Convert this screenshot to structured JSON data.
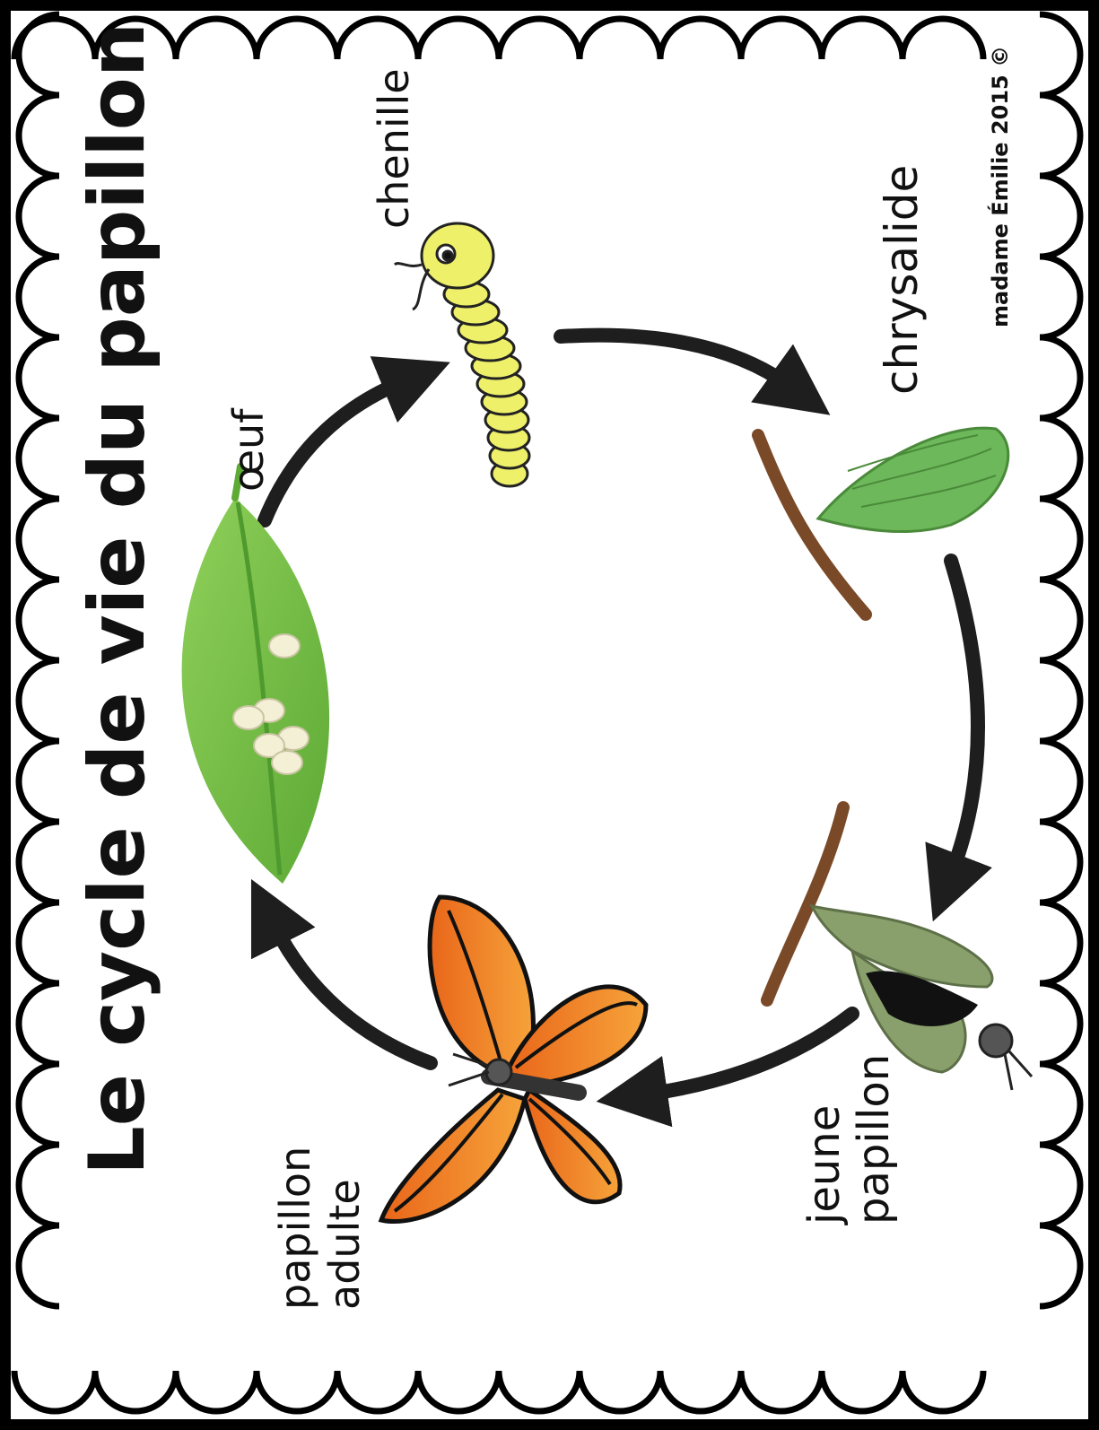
{
  "title": "Le cycle de vie du papillon",
  "stages": {
    "egg": "œuf",
    "caterpillar": "chenille",
    "chrysalis": "chrysalide",
    "young_butterfly_line1": "jeune",
    "young_butterfly_line2": "papillon",
    "adult_butterfly_line1": "papillon",
    "adult_butterfly_line2": "adulte"
  },
  "credit": "madame Émilie 2015 ©",
  "colors": {
    "leaf": "#7cc04c",
    "leaf_dark": "#4f9a2e",
    "egg": "#f3f0d6",
    "caterpillar_yellow": "#eef06a",
    "chrysalis_green": "#6db85a",
    "empty_chrysalis": "#8aa06c",
    "branch": "#7a4a28",
    "butterfly_orange": "#f07a1c",
    "arrow": "#1e1e1e"
  }
}
